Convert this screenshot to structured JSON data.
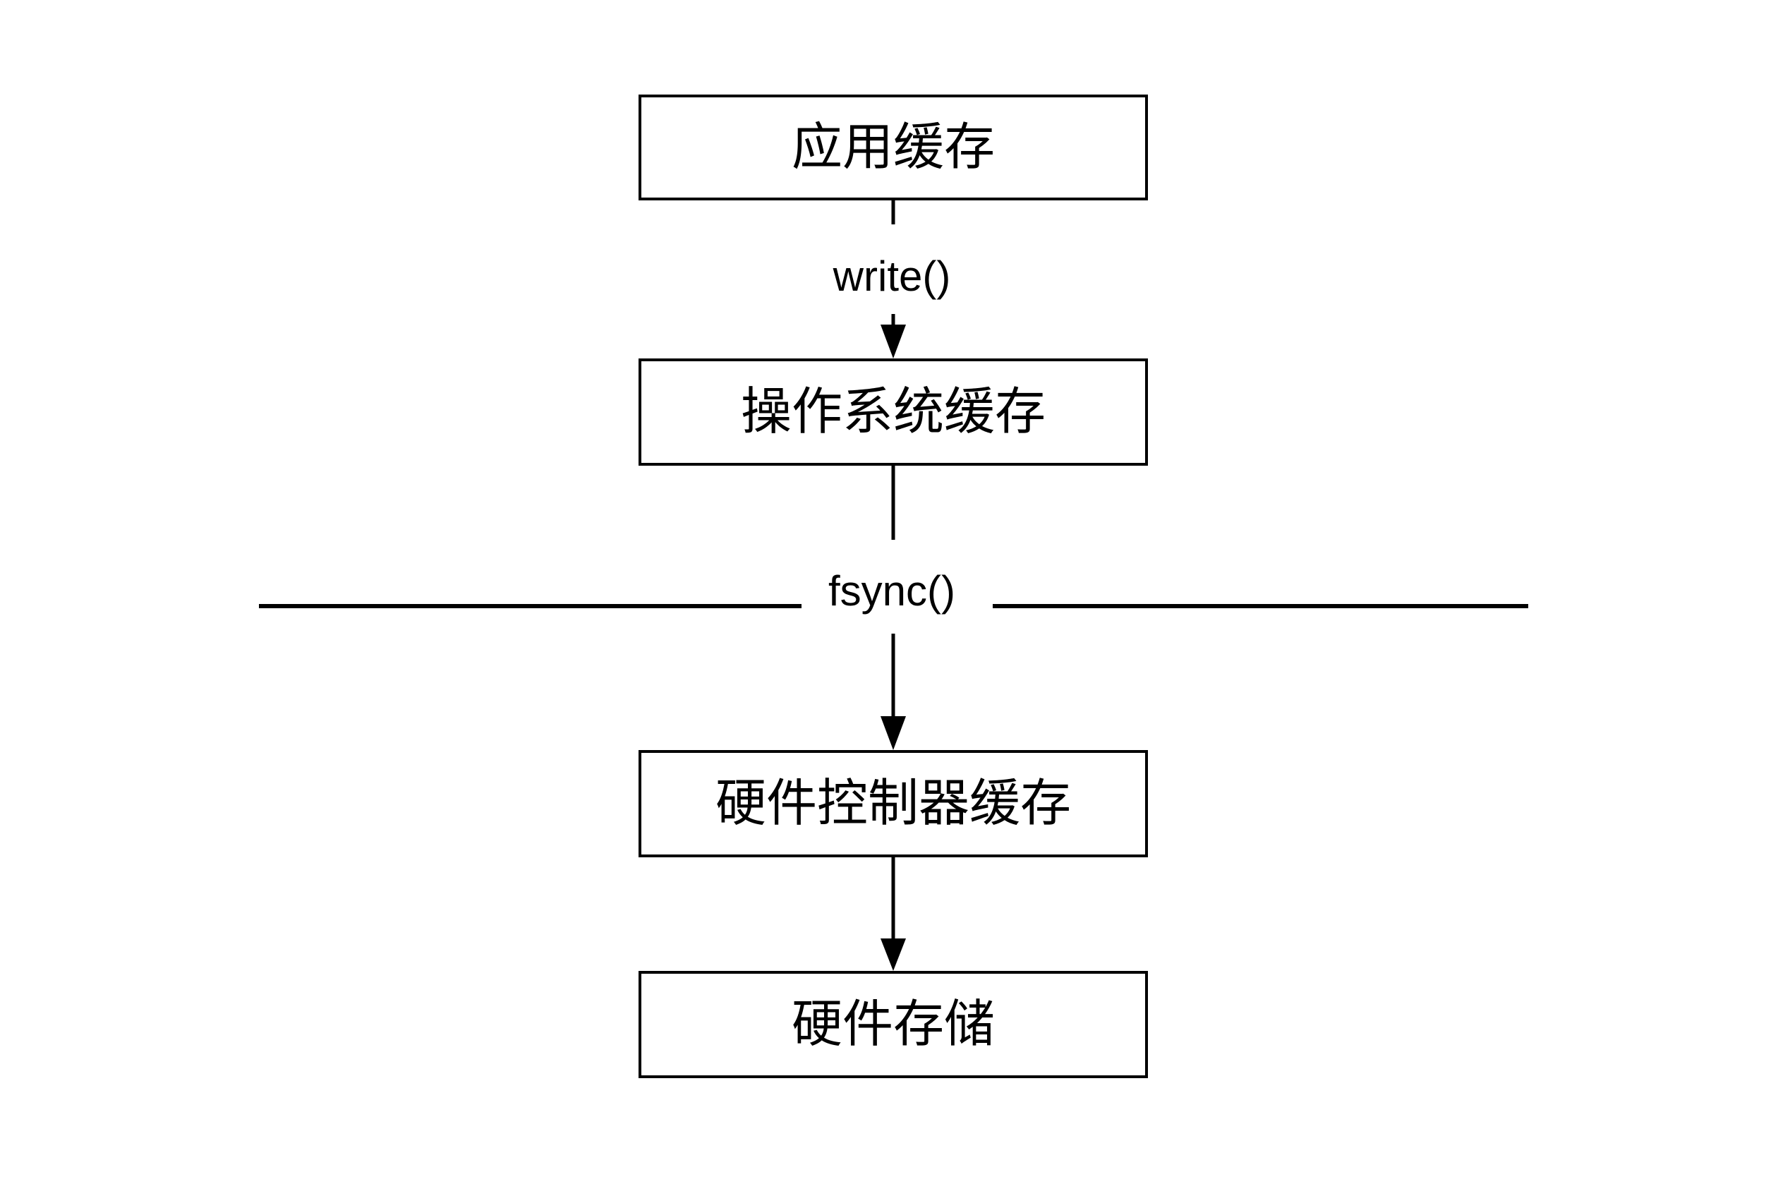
{
  "diagram": {
    "background_color": "#ffffff",
    "stroke_color": "#000000",
    "nodes": [
      {
        "id": "app-cache",
        "label": "应用缓存"
      },
      {
        "id": "os-cache",
        "label": "操作系统缓存"
      },
      {
        "id": "hw-controller-cache",
        "label": "硬件控制器缓存"
      },
      {
        "id": "hw-storage",
        "label": "硬件存储"
      }
    ],
    "edges": [
      {
        "from": "app-cache",
        "to": "os-cache",
        "label": "write()"
      },
      {
        "from": "os-cache",
        "to": "hw-controller-cache",
        "label": "fsync()"
      },
      {
        "from": "hw-controller-cache",
        "to": "hw-storage",
        "label": ""
      }
    ],
    "divider": {
      "at_edge_label": "fsync()",
      "orientation": "horizontal"
    }
  }
}
